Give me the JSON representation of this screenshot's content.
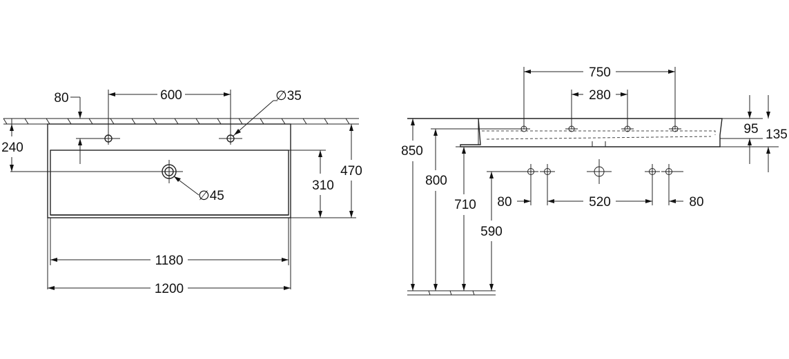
{
  "dimensions": {
    "top_width": "1200",
    "inner_width": "1180",
    "tap_spacing": "600",
    "tap_hole_diameter": "∅35",
    "waste_diameter": "∅45",
    "left_depth_240": "240",
    "right_depth_310": "310",
    "right_depth_470": "470",
    "front_width_750": "750",
    "front_width_280": "280",
    "bowl_depth_95": "95",
    "total_depth_135": "135",
    "height_850": "850",
    "height_800": "800",
    "height_710": "710",
    "height_590": "590",
    "spacing_80_left": "80",
    "spacing_520": "520",
    "spacing_80_right": "80",
    "tap_offset_80": "80"
  }
}
